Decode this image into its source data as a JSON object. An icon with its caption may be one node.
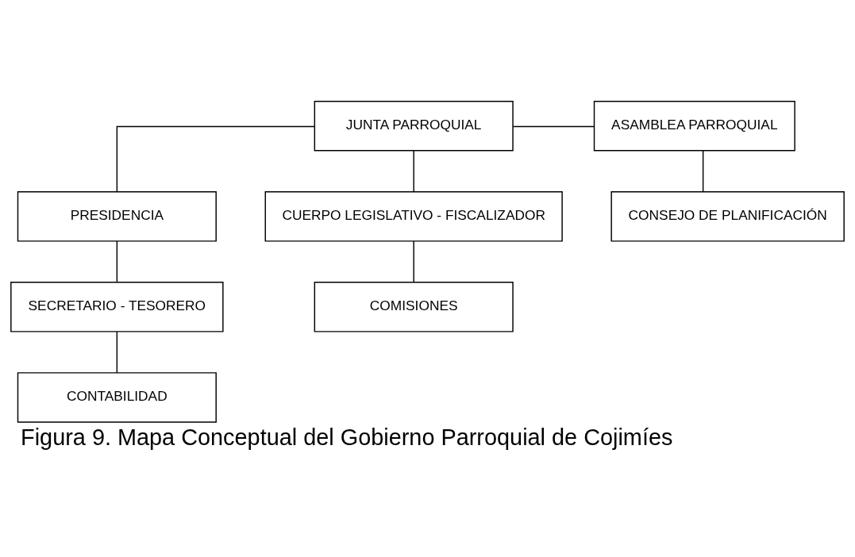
{
  "diagram": {
    "caption": "Figura 9. Mapa Conceptual del Gobierno Parroquial de Cojimíes",
    "nodes": [
      {
        "text": [
          "JUNTA PARROQUIAL"
        ]
      },
      {
        "text": [
          "ASAMBLEA PARROQUIAL"
        ]
      },
      {
        "text": [
          "PRESIDENCIA"
        ]
      },
      {
        "text": [
          "CUERPO LEGISLATIVO - FISCALIZADOR"
        ]
      },
      {
        "text": [
          "CONSEJO DE PLANIFICACIÓN"
        ]
      },
      {
        "text": [
          "SECRETARIO - TESORERO"
        ]
      },
      {
        "text": [
          "COMISIONES"
        ]
      },
      {
        "text": [
          "CONTABILIDAD"
        ]
      }
    ],
    "edges": [
      {
        "from": 0,
        "to": 1,
        "arrow": "none"
      },
      {
        "from": 0,
        "to": 2,
        "arrow": "none"
      },
      {
        "from": 0,
        "to": 3,
        "arrow": "none"
      },
      {
        "from": 1,
        "to": 4,
        "arrow": "none"
      },
      {
        "from": 2,
        "to": 5,
        "arrow": "none"
      },
      {
        "from": 3,
        "to": 6,
        "arrow": "none"
      },
      {
        "from": 5,
        "to": 7,
        "arrow": "none"
      }
    ]
  }
}
